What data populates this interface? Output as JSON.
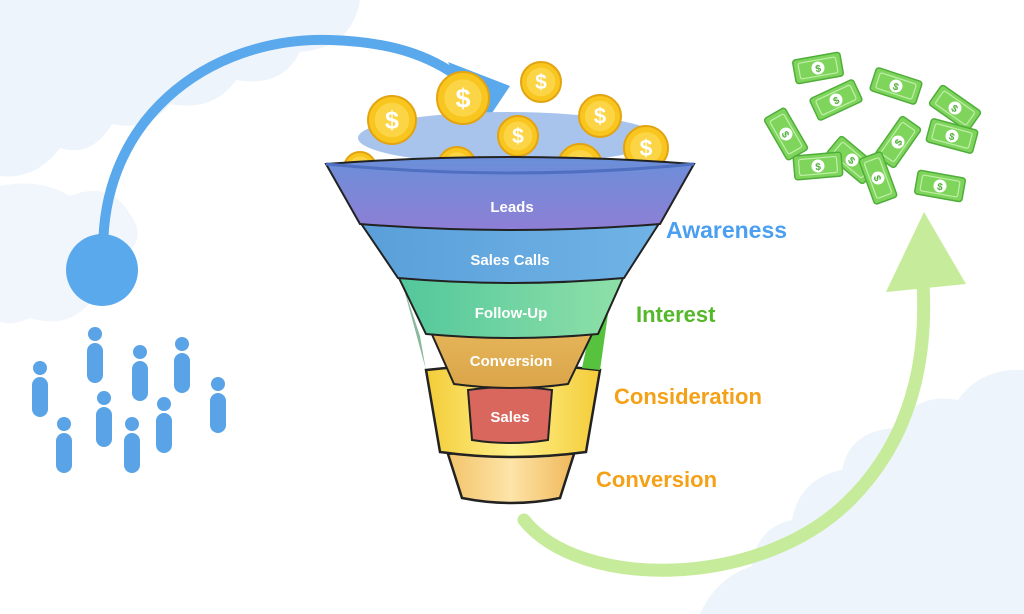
{
  "funnel": {
    "layers": [
      {
        "label": "Leads",
        "color": "#7b86d8"
      },
      {
        "label": "Sales Calls",
        "color": "#5d9ee0"
      },
      {
        "label": "Follow-Up",
        "color": "#5ccfa8"
      },
      {
        "label": "Conversion",
        "color": "#e2b24a"
      },
      {
        "label": "Sales",
        "color": "#d9675e"
      }
    ]
  },
  "stages": [
    {
      "label": "Awareness",
      "color": "#4a9ff0"
    },
    {
      "label": "Interest",
      "color": "#55b82a"
    },
    {
      "label": "Consideration",
      "color": "#f4a118"
    },
    {
      "label": "Conversion",
      "color": "#f4a118"
    }
  ],
  "coin_symbol": "$",
  "bill_symbol": "$",
  "icons": [
    "person-icon",
    "coin-icon",
    "money-bill-icon"
  ],
  "colors": {
    "blue_arrow": "#5aa9ec",
    "green_arrow": "#c6eb9a",
    "people": "#5aa3e6",
    "coin": "#f9c51f",
    "bill": "#7fd45c",
    "cloud": "#edf4fb"
  }
}
